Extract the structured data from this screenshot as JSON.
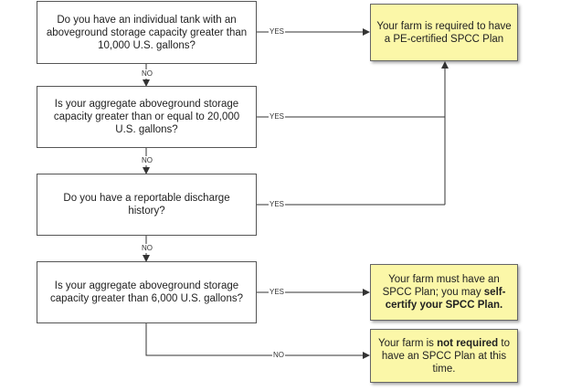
{
  "questions": [
    "Do you have an individual tank with an aboveground storage capacity greater than 10,000 U.S. gallons?",
    "Is your aggregate aboveground storage capacity greater than or equal to 20,000 U.S. gallons?",
    "Do you have a reportable discharge history?",
    "Is your aggregate aboveground storage capacity greater than 6,000 U.S. gallons?"
  ],
  "results": {
    "pe_certified": "Your farm is required to have a PE-certified SPCC Plan",
    "self_certify": {
      "part1": "Your farm must have an SPCC Plan; you may ",
      "bold": "self-certify your SPCC Plan."
    },
    "not_required": {
      "part1": "Your farm is ",
      "bold": "not required",
      "part2": " to have an SPCC Plan at this time."
    }
  },
  "labels": {
    "yes": "YES",
    "no": "NO"
  },
  "colors": {
    "result_fill": "#fbf7a8",
    "line": "#333333"
  }
}
